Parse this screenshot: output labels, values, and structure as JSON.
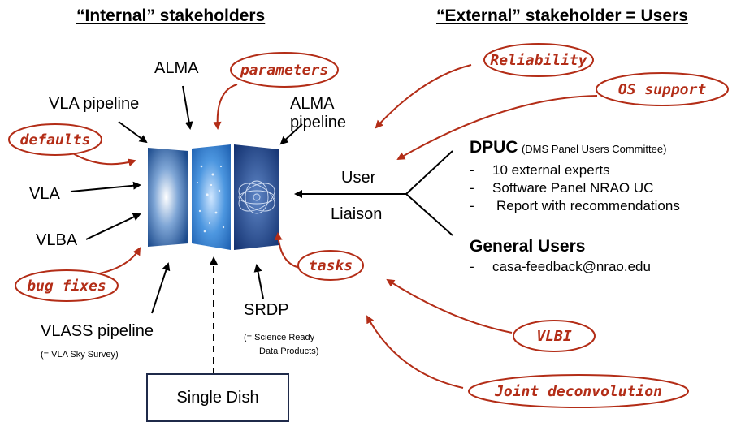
{
  "headers": {
    "internal": "“Internal” stakeholders",
    "external": "“External” stakeholder = Users"
  },
  "internal": {
    "alma": "ALMA",
    "vla_pipeline": "VLA pipeline",
    "alma_pipeline_1": "ALMA",
    "alma_pipeline_2": "pipeline",
    "vla": "VLA",
    "vlba": "VLBA",
    "vlass": "VLASS pipeline",
    "vlass_note": "(= VLA Sky Survey)",
    "srdp": "SRDP",
    "srdp_note_1": "(= Science Ready",
    "srdp_note_2": "Data Products)",
    "single_dish": "Single Dish"
  },
  "liaison": {
    "line1": "User",
    "line2": "Liaison"
  },
  "external": {
    "dpuc_title": "DPUC",
    "dpuc_sub": "(DMS Panel Users Committee)",
    "dpuc_items": [
      "10 external experts",
      "Software Panel NRAO UC",
      "Report with recommendations"
    ],
    "general_title": "General Users",
    "general_items": [
      "casa-feedback@nrao.edu"
    ],
    "bullet": "-"
  },
  "requests": {
    "parameters": "parameters",
    "defaults": "defaults",
    "bug_fixes": "bug fixes",
    "tasks": "tasks",
    "reliability": "Reliability",
    "os_support": "OS support",
    "vlbi": "VLBI",
    "joint_deconvolution": "Joint deconvolution"
  },
  "colors": {
    "accent_red": "#b32d17",
    "panel_blue": "#1d4f93",
    "box_border": "#1f2a4a"
  }
}
